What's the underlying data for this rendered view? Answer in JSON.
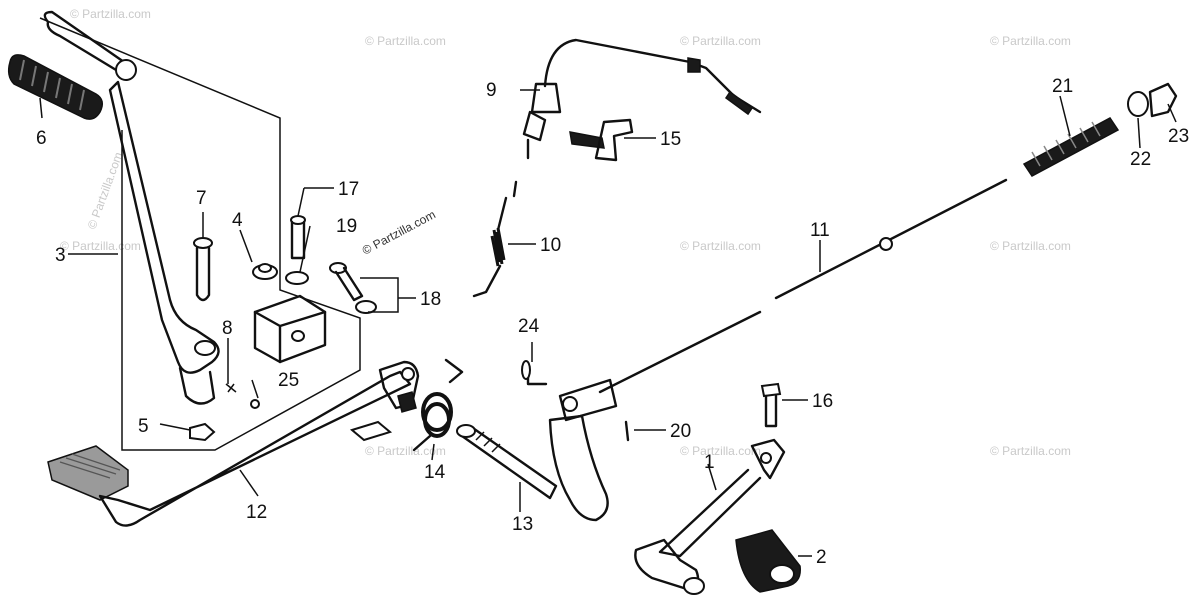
{
  "watermark": {
    "text": "© Partzilla.com"
  },
  "callouts": [
    {
      "id": "1",
      "label": "1"
    },
    {
      "id": "2",
      "label": "2"
    },
    {
      "id": "3",
      "label": "3"
    },
    {
      "id": "4",
      "label": "4"
    },
    {
      "id": "5",
      "label": "5"
    },
    {
      "id": "6",
      "label": "6"
    },
    {
      "id": "7",
      "label": "7"
    },
    {
      "id": "8",
      "label": "8"
    },
    {
      "id": "9",
      "label": "9"
    },
    {
      "id": "10",
      "label": "10"
    },
    {
      "id": "11",
      "label": "11"
    },
    {
      "id": "12",
      "label": "12"
    },
    {
      "id": "13",
      "label": "13"
    },
    {
      "id": "14",
      "label": "14"
    },
    {
      "id": "15",
      "label": "15"
    },
    {
      "id": "16",
      "label": "16"
    },
    {
      "id": "17",
      "label": "17"
    },
    {
      "id": "18",
      "label": "18"
    },
    {
      "id": "19",
      "label": "19"
    },
    {
      "id": "20",
      "label": "20"
    },
    {
      "id": "21",
      "label": "21"
    },
    {
      "id": "22",
      "label": "22"
    },
    {
      "id": "23",
      "label": "23"
    },
    {
      "id": "24",
      "label": "24"
    },
    {
      "id": "25",
      "label": "25"
    }
  ]
}
